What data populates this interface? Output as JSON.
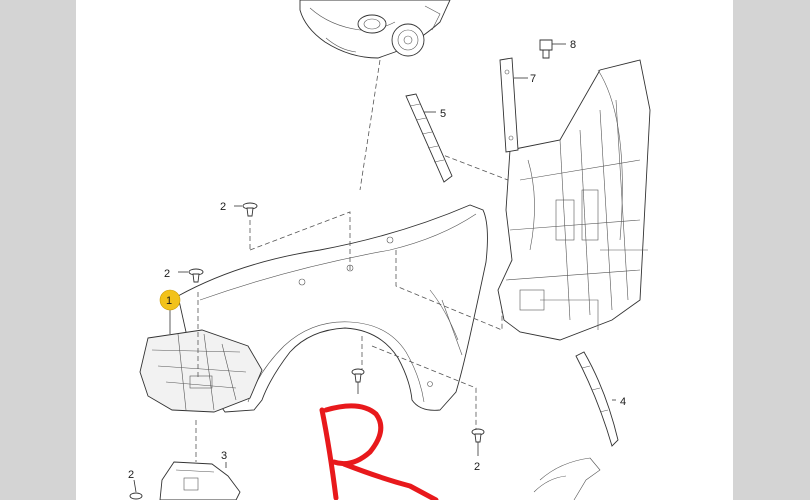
{
  "callouts": {
    "c1": "1",
    "c2a": "2",
    "c2b": "2",
    "c2c": "2",
    "c2d": "2",
    "c3": "3",
    "c4": "4",
    "c5": "5",
    "c7": "7",
    "c8": "8"
  },
  "colors": {
    "background": "#d4d4d4",
    "sheet": "#ffffff",
    "line_art": "#333333",
    "highlight_badge": "#f2c21a",
    "red_annotation": "#e8191c"
  },
  "annotation": {
    "type": "handwritten-letter",
    "description_icon": "red-marker-R"
  }
}
